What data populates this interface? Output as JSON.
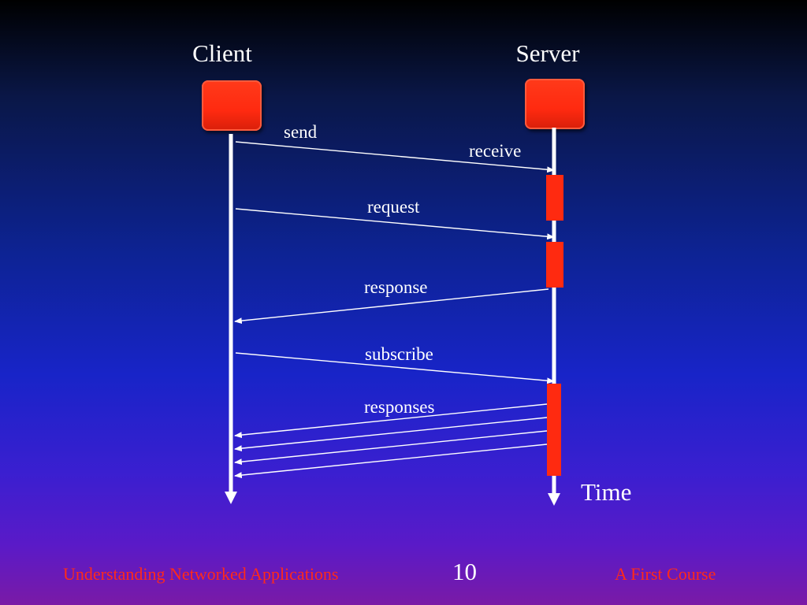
{
  "slide": {
    "lanes": {
      "client_title": "Client",
      "server_title": "Server"
    },
    "messages": {
      "send": "send",
      "receive": "receive",
      "request": "request",
      "response": "response",
      "subscribe": "subscribe",
      "responses": "responses"
    },
    "time_label": "Time",
    "footer": {
      "left": "Understanding Networked Applications",
      "page_number": "10",
      "right": "A First Course"
    }
  },
  "colors": {
    "node_fill": "#ff2a10",
    "activation_fill": "#ff2a10",
    "lines": "#ffffff",
    "footer_text": "#ff2a1a"
  }
}
